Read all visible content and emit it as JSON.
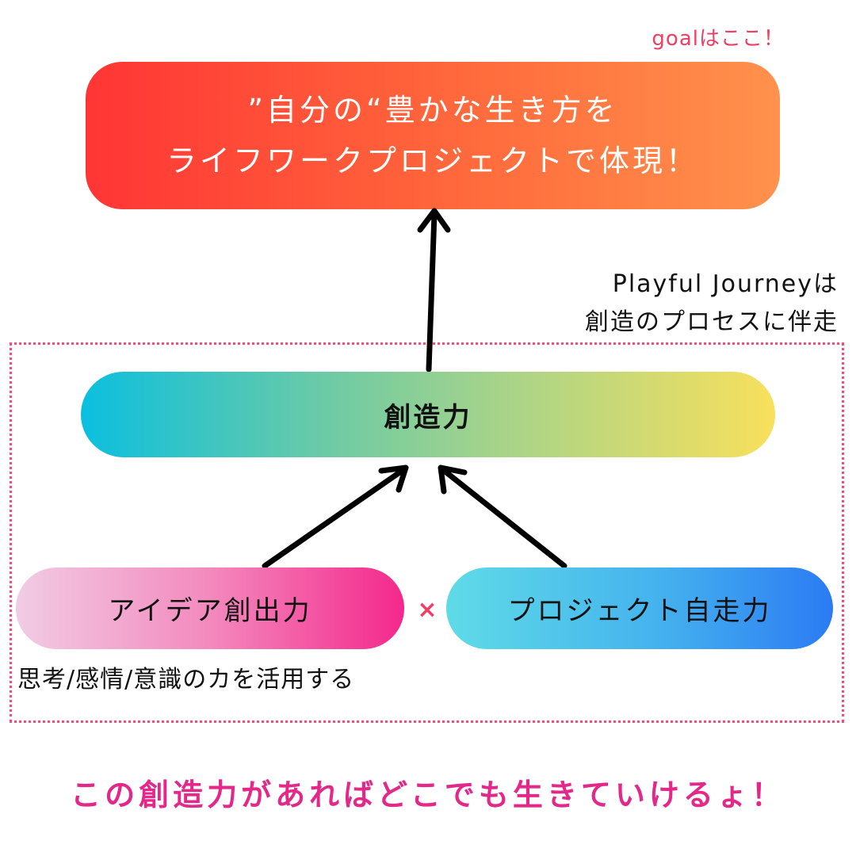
{
  "goal": {
    "note": "goalはここ！",
    "line1": "”自分の“豊かな生き方を",
    "line2": "ライフワークプロジェクトで体現！"
  },
  "journey_note": {
    "line1": "Playful Journeyは",
    "line2": "創造のプロセスに伴走"
  },
  "creativity": {
    "label": "創造力"
  },
  "idea": {
    "label": "アイデア創出力"
  },
  "times": "×",
  "project": {
    "label": "プロジェクト自走力"
  },
  "skills_caption": "思考/感情/意識のカを活用する",
  "bottom_message": "この創造力があればどこでも生きていけるょ！",
  "colors": {
    "goal_gradient": [
      "#ff3535",
      "#ff924c"
    ],
    "creativity_gradient": [
      "#0bbfdf",
      "#f8e05c"
    ],
    "idea_gradient": [
      "#f1cce4",
      "#f4288c"
    ],
    "project_gradient": [
      "#5fdbe7",
      "#2b7bf3"
    ],
    "accent_pink": "#e3288a",
    "frame_dotted": "#ef4f80",
    "arrow": "#000000"
  }
}
